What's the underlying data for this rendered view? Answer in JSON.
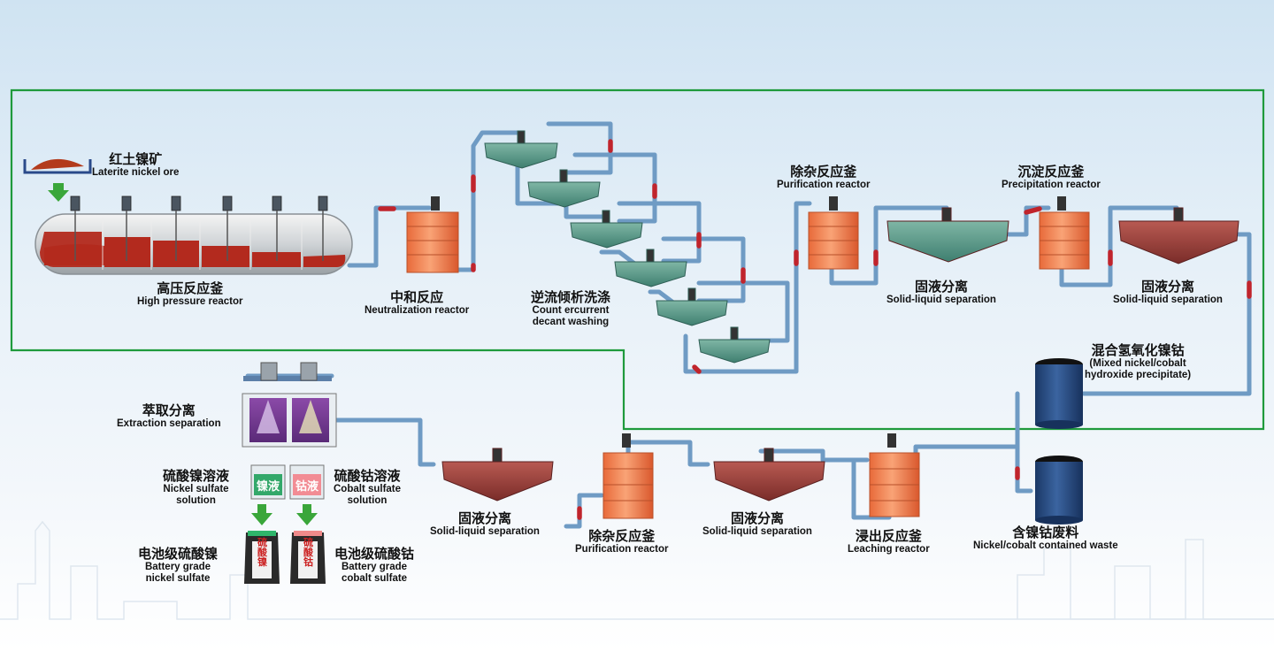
{
  "labels": {
    "laterite": {
      "zh": "红土镍矿",
      "en": "Laterite nickel ore"
    },
    "hpr": {
      "zh": "高压反应釜",
      "en": "High pressure reactor"
    },
    "neutral": {
      "zh": "中和反应",
      "en": "Neutralization reactor"
    },
    "ccd": {
      "zh": "逆流倾析洗涤",
      "en1": "Count ercurrent",
      "en2": "decant washing"
    },
    "purif1": {
      "zh": "除杂反应釜",
      "en": "Purification reactor"
    },
    "precip": {
      "zh": "沉淀反应釜",
      "en": "Precipitation reactor"
    },
    "sls1": {
      "zh": "固液分离",
      "en": "Solid-liquid separation"
    },
    "sls2": {
      "zh": "固液分离",
      "en": "Solid-liquid separation"
    },
    "mhp": {
      "zh": "混合氢氧化镍钴",
      "en1": "(Mixed nickel/cobalt",
      "en2": "hydroxide precipitate)"
    },
    "extract": {
      "zh": "萃取分离",
      "en": "Extraction separation"
    },
    "niso": {
      "zh": "硫酸镍溶液",
      "en1": "Nickel sulfate",
      "en2": "solution"
    },
    "coso": {
      "zh": "硫酸钴溶液",
      "en1": "Cobalt sulfate",
      "en2": "solution"
    },
    "batni": {
      "zh": "电池级硫酸镍",
      "en1": "Battery grade",
      "en2": "nickel sulfate"
    },
    "batco": {
      "zh": "电池级硫酸钴",
      "en1": "Battery grade",
      "en2": "cobalt sulfate"
    },
    "sls3": {
      "zh": "固液分离",
      "en": "Solid-liquid separation"
    },
    "purif2": {
      "zh": "除杂反应釜",
      "en": "Purification reactor"
    },
    "sls4": {
      "zh": "固液分离",
      "en": "Solid-liquid separation"
    },
    "leach": {
      "zh": "浸出反应釜",
      "en": "Leaching reactor"
    },
    "waste": {
      "zh": "含镍钴废料",
      "en": "Nickel/cobalt contained waste"
    }
  },
  "glyphs": {
    "ni_tank": "镍液",
    "co_tank": "钴液",
    "ni_bag": "硫酸镍",
    "co_bag": "硫酸钴"
  },
  "colors": {
    "highlight_box": "#1f9a3c",
    "pipe": "#6f9bc4",
    "pipe_hot": "#c0242c",
    "tank_orange": "#ef8354",
    "clarifier_teal": "#4f8f7f",
    "clarifier_red": "#8e3a36",
    "drum_blue": "#23477a",
    "slurry_red": "#b32a1e",
    "arrow_green": "#3aa63a"
  }
}
